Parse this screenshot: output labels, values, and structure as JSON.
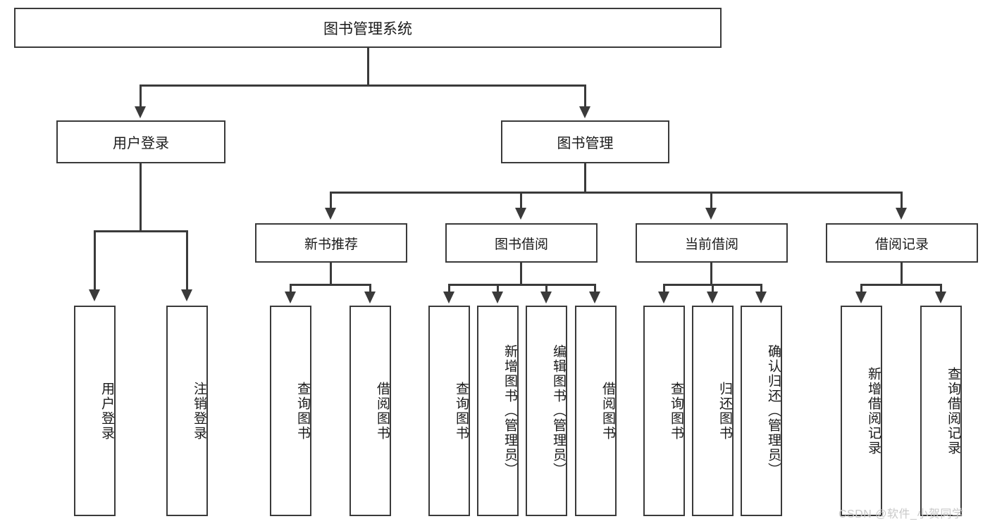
{
  "diagram": {
    "type": "tree-hierarchy-chart",
    "root": {
      "label": "图书管理系统"
    },
    "level2": [
      {
        "id": "user-login",
        "label": "用户登录"
      },
      {
        "id": "book-management",
        "label": "图书管理"
      }
    ],
    "level3": [
      {
        "id": "new-book-recommend",
        "label": "新书推荐"
      },
      {
        "id": "book-borrow",
        "label": "图书借阅"
      },
      {
        "id": "current-borrow",
        "label": "当前借阅"
      },
      {
        "id": "borrow-record",
        "label": "借阅记录"
      }
    ],
    "leaves": {
      "user_login": [
        {
          "id": "leaf-user-login",
          "label": "用户登录"
        },
        {
          "id": "leaf-logout-login",
          "label": "注销登录"
        }
      ],
      "new_book_recommend": [
        {
          "id": "leaf-query-book-1",
          "label": "查询图书"
        },
        {
          "id": "leaf-borrow-book-1",
          "label": "借阅图书"
        }
      ],
      "book_borrow": [
        {
          "id": "leaf-query-book-2",
          "label": "查询图书"
        },
        {
          "id": "leaf-add-book",
          "label": "新增图书（管理员）"
        },
        {
          "id": "leaf-edit-book",
          "label": "编辑图书（管理员）"
        },
        {
          "id": "leaf-borrow-book-2",
          "label": "借阅图书"
        }
      ],
      "current_borrow": [
        {
          "id": "leaf-query-book-3",
          "label": "查询图书"
        },
        {
          "id": "leaf-return-book",
          "label": "归还图书"
        },
        {
          "id": "leaf-confirm-return",
          "label": "确认归还（管理员）"
        }
      ],
      "borrow_record": [
        {
          "id": "leaf-add-borrow-record",
          "label": "新增借阅记录"
        },
        {
          "id": "leaf-query-borrow-record",
          "label": "查询借阅记录"
        }
      ]
    }
  },
  "watermark": {
    "text": "CSDN @软件_小贺同学"
  },
  "colors": {
    "border": "#3a3a3a",
    "background": "#ffffff",
    "text": "#1a1a1a",
    "watermark": "#c9c9c9"
  }
}
